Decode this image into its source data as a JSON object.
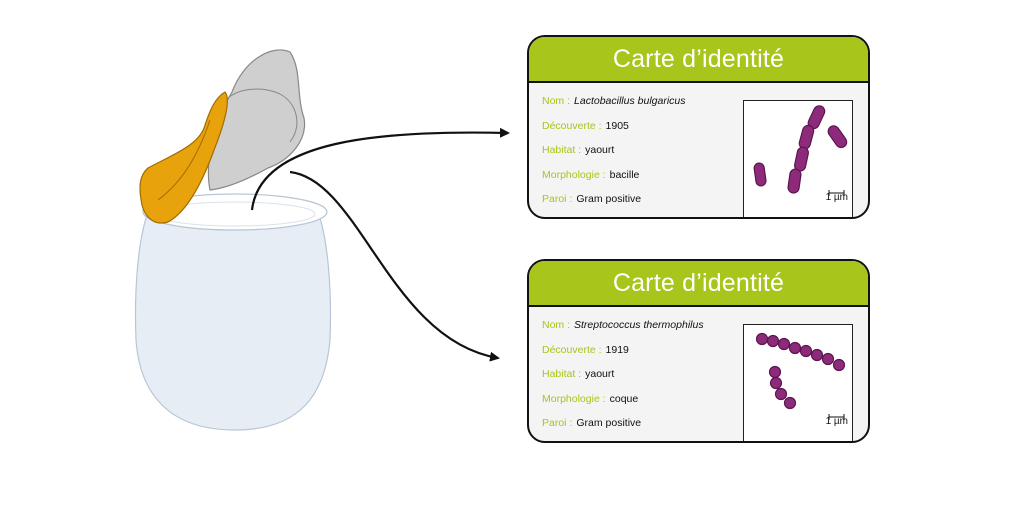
{
  "cards": [
    {
      "title": "Carte d’identité",
      "fields": [
        {
          "label": "Nom :",
          "value": "Lactobacillus bulgaricus",
          "italic": true
        },
        {
          "label": "Découverte :",
          "value": "1905",
          "italic": false
        },
        {
          "label": "Habitat :",
          "value": "yaourt",
          "italic": false
        },
        {
          "label": "Morphologie :",
          "value": "bacille",
          "italic": false
        },
        {
          "label": "Paroi :",
          "value": "Gram positive",
          "italic": false
        }
      ],
      "scale_label": "1 µm",
      "micro_type": "rod-shaped-bacteria"
    },
    {
      "title": "Carte d’identité",
      "fields": [
        {
          "label": "Nom :",
          "value": "Streptococcus thermophilus",
          "italic": true
        },
        {
          "label": "Découverte :",
          "value": "1919",
          "italic": false
        },
        {
          "label": "Habitat :",
          "value": "yaourt",
          "italic": false
        },
        {
          "label": "Morphologie :",
          "value": "coque",
          "italic": false
        },
        {
          "label": "Paroi :",
          "value": "Gram positive",
          "italic": false
        }
      ],
      "scale_label": "1 µm",
      "micro_type": "coccus-chain-bacteria"
    }
  ],
  "colors": {
    "header_green": "#a8c51b",
    "bacteria_purple": "#8e2a7a",
    "lid_orange": "#e8a20c",
    "lid_gray": "#cfcfcf",
    "pot": "#e6edf5"
  }
}
